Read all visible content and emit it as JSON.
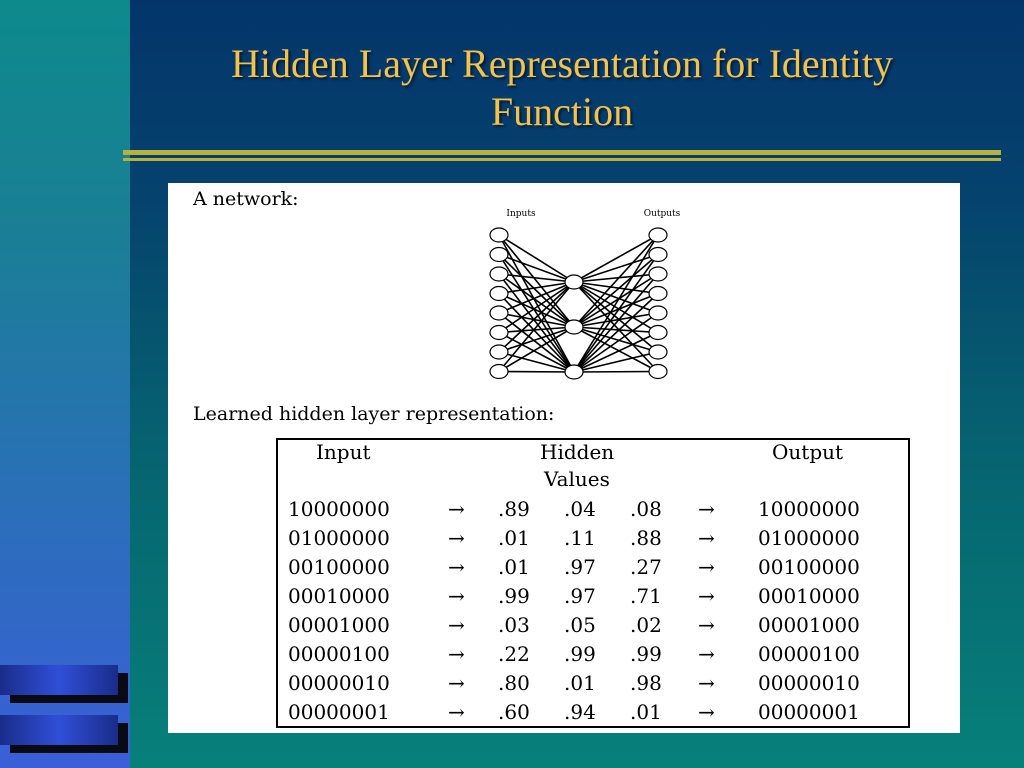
{
  "title": {
    "line1": "Hidden Layer Representation for Identity",
    "line2": "Function"
  },
  "panel": {
    "network_label": "A network:",
    "inputs_label": "Inputs",
    "outputs_label": "Outputs",
    "learned_label": "Learned hidden layer representation:"
  },
  "network": {
    "inputs": 8,
    "hidden": 3,
    "outputs": 8
  },
  "table": {
    "headers": {
      "input": "Input",
      "hidden_1": "Hidden",
      "hidden_2": "Values",
      "output": "Output"
    },
    "arrow": "→",
    "rows": [
      {
        "input": "10000000",
        "h1": ".89",
        "h2": ".04",
        "h3": ".08",
        "output": "10000000"
      },
      {
        "input": "01000000",
        "h1": ".01",
        "h2": ".11",
        "h3": ".88",
        "output": "01000000"
      },
      {
        "input": "00100000",
        "h1": ".01",
        "h2": ".97",
        "h3": ".27",
        "output": "00100000"
      },
      {
        "input": "00010000",
        "h1": ".99",
        "h2": ".97",
        "h3": ".71",
        "output": "00010000"
      },
      {
        "input": "00001000",
        "h1": ".03",
        "h2": ".05",
        "h3": ".02",
        "output": "00001000"
      },
      {
        "input": "00000100",
        "h1": ".22",
        "h2": ".99",
        "h3": ".99",
        "output": "00000100"
      },
      {
        "input": "00000010",
        "h1": ".80",
        "h2": ".01",
        "h3": ".98",
        "output": "00000010"
      },
      {
        "input": "00000001",
        "h1": ".60",
        "h2": ".94",
        "h3": ".01",
        "output": "00000001"
      }
    ]
  }
}
